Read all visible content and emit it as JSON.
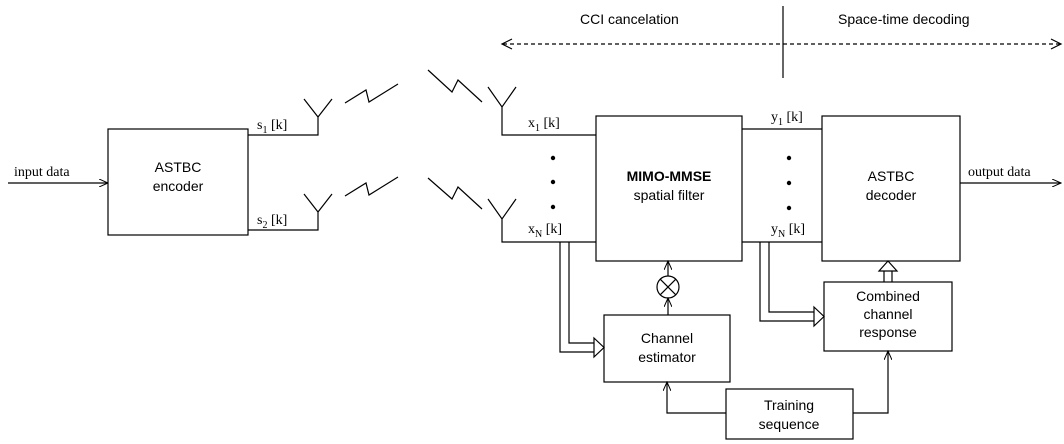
{
  "header": {
    "cci_label": "CCI cancelation",
    "stdec_label": "Space-time decoding"
  },
  "io": {
    "input_label": "input data",
    "output_label": "output data"
  },
  "blocks": {
    "encoder": [
      "ASTBC",
      "encoder"
    ],
    "spatial_filter": [
      "MIMO-MMSE",
      "spatial filter"
    ],
    "decoder": [
      "ASTBC",
      "decoder"
    ],
    "channel_estimator": [
      "Channel",
      "estimator"
    ],
    "combined_response": [
      "Combined",
      "channel",
      "response"
    ],
    "training_sequence": [
      "Training",
      "sequence"
    ]
  },
  "signals": {
    "s1": {
      "base": "s",
      "sub": "1",
      "tail": " [k]"
    },
    "s2": {
      "base": "s",
      "sub": "2",
      "tail": " [k]"
    },
    "x1": {
      "base": "x",
      "sub": "1",
      "tail": " [k]"
    },
    "xN": {
      "base": "x",
      "sub": "N",
      "tail": " [k]"
    },
    "y1": {
      "base": "y",
      "sub": "1",
      "tail": " [k]"
    },
    "yN": {
      "base": "y",
      "sub": "N",
      "tail": " [k]"
    }
  }
}
